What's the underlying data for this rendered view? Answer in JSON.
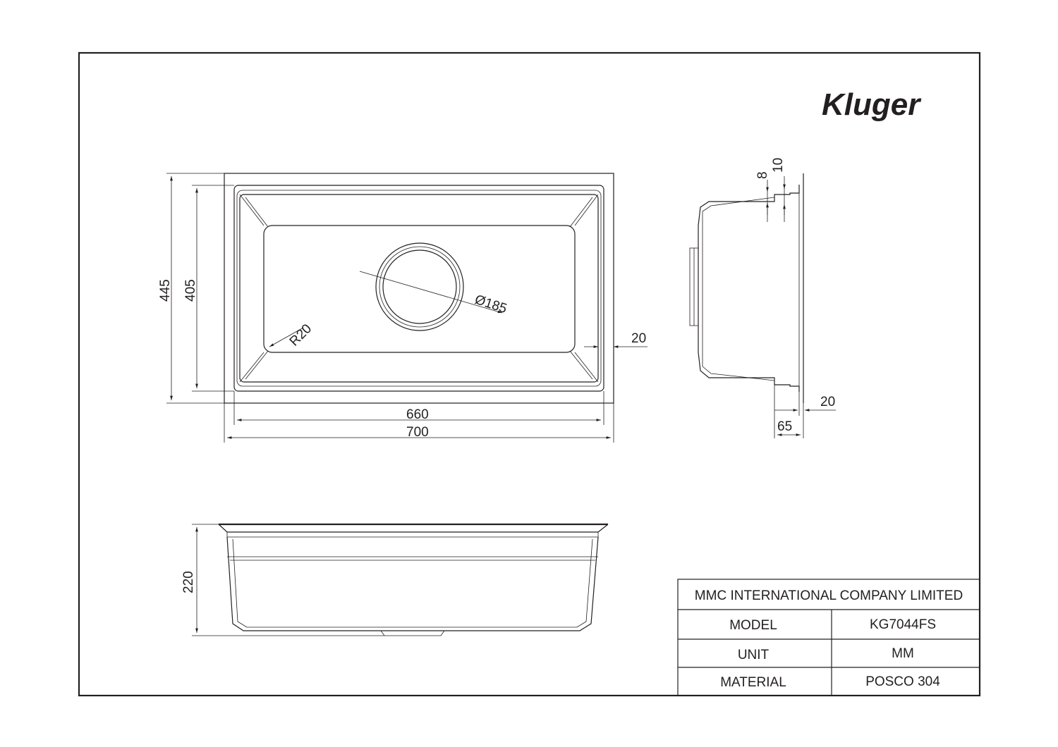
{
  "brand": {
    "logo_text": "Kluger"
  },
  "top_view": {
    "dim_overall_depth": "445",
    "dim_inner_depth": "405",
    "dim_inner_width": "660",
    "dim_overall_width": "700",
    "dim_drain": "Ø185",
    "dim_corner_radius": "R20",
    "dim_rim": "20"
  },
  "side_view": {
    "dim_flange_8": "8",
    "dim_flange_10": "10",
    "dim_offset_20": "20",
    "dim_offset_65": "65"
  },
  "front_view": {
    "dim_bowl_depth": "220"
  },
  "title_block": {
    "company": "MMC INTERNATIONAL COMPANY LIMITED",
    "rows": [
      {
        "label": "MODEL",
        "value": "KG7044FS"
      },
      {
        "label": "UNIT",
        "value": "MM"
      },
      {
        "label": "MATERIAL",
        "value": "POSCO 304"
      }
    ]
  }
}
